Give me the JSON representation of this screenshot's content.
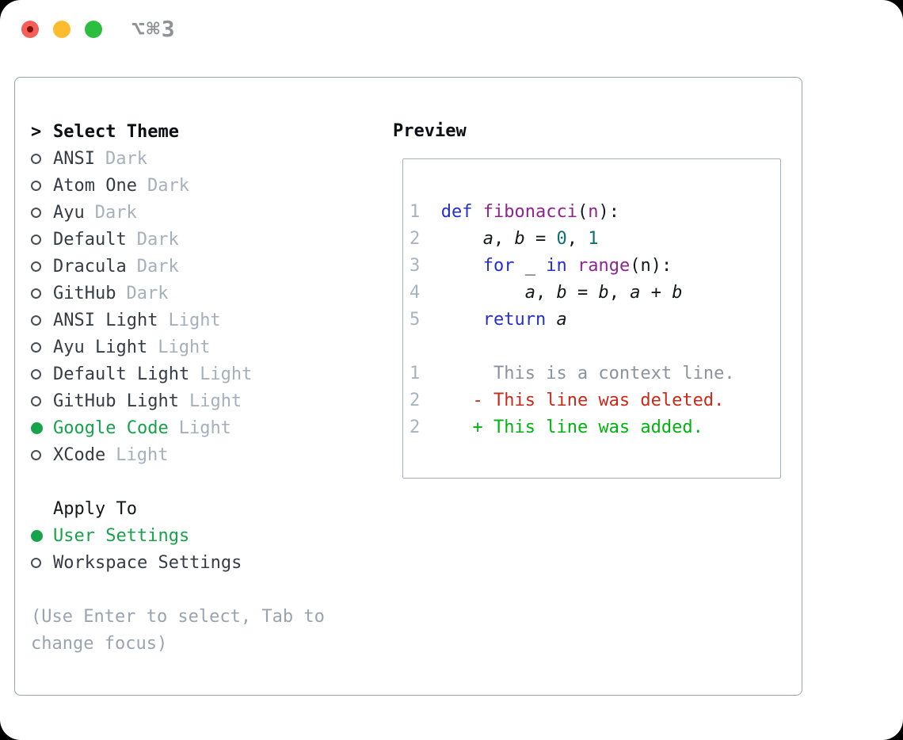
{
  "window": {
    "title": "⌥⌘3",
    "traffic_lights": [
      "close",
      "minimize",
      "zoom"
    ]
  },
  "theme_panel": {
    "header": {
      "prompt": ">",
      "label": "Select Theme"
    },
    "themes": [
      {
        "slug": "ansi-dark",
        "name": "ANSI",
        "variant": "Dark",
        "selected": false
      },
      {
        "slug": "atom-one-dark",
        "name": "Atom One",
        "variant": "Dark",
        "selected": false
      },
      {
        "slug": "ayu-dark",
        "name": "Ayu",
        "variant": "Dark",
        "selected": false
      },
      {
        "slug": "default-dark",
        "name": "Default",
        "variant": "Dark",
        "selected": false
      },
      {
        "slug": "dracula-dark",
        "name": "Dracula",
        "variant": "Dark",
        "selected": false
      },
      {
        "slug": "github-dark",
        "name": "GitHub",
        "variant": "Dark",
        "selected": false
      },
      {
        "slug": "ansi-light",
        "name": "ANSI Light",
        "variant": "Light",
        "selected": false
      },
      {
        "slug": "ayu-light",
        "name": "Ayu Light",
        "variant": "Light",
        "selected": false
      },
      {
        "slug": "default-light",
        "name": "Default Light",
        "variant": "Light",
        "selected": false
      },
      {
        "slug": "github-light",
        "name": "GitHub Light",
        "variant": "Light",
        "selected": false
      },
      {
        "slug": "google-code",
        "name": "Google Code",
        "variant": "Light",
        "selected": true
      },
      {
        "slug": "xcode",
        "name": "XCode",
        "variant": "Light",
        "selected": false
      }
    ],
    "apply_to": {
      "label": "Apply To",
      "options": [
        {
          "slug": "user-settings",
          "label": "User Settings",
          "selected": true
        },
        {
          "slug": "workspace-settings",
          "label": "Workspace Settings",
          "selected": false
        }
      ]
    },
    "hint_lines": [
      "(Use Enter to select, Tab to",
      "change focus)"
    ]
  },
  "preview": {
    "label": "Preview",
    "lines": [
      {
        "kind": "code",
        "segs": [
          [
            "ln",
            "1  "
          ],
          [
            "kw",
            "def"
          ],
          [
            "pl",
            " "
          ],
          [
            "fn",
            "fibonacci"
          ],
          [
            "pl",
            "("
          ],
          [
            "fn",
            "n"
          ],
          [
            "pl",
            "):"
          ]
        ]
      },
      {
        "kind": "code",
        "segs": [
          [
            "ln",
            "2  "
          ],
          [
            "pl",
            "    "
          ],
          [
            "var",
            "a"
          ],
          [
            "pl",
            ", "
          ],
          [
            "var",
            "b"
          ],
          [
            "pl",
            " = "
          ],
          [
            "num",
            "0"
          ],
          [
            "pl",
            ", "
          ],
          [
            "num",
            "1"
          ]
        ]
      },
      {
        "kind": "code",
        "segs": [
          [
            "ln",
            "3  "
          ],
          [
            "pl",
            "    "
          ],
          [
            "kw",
            "for"
          ],
          [
            "pl",
            " _ "
          ],
          [
            "kw",
            "in"
          ],
          [
            "pl",
            " "
          ],
          [
            "fn",
            "range"
          ],
          [
            "pl",
            "(n):"
          ]
        ]
      },
      {
        "kind": "code",
        "segs": [
          [
            "ln",
            "4  "
          ],
          [
            "pl",
            "        "
          ],
          [
            "var",
            "a"
          ],
          [
            "pl",
            ", "
          ],
          [
            "var",
            "b"
          ],
          [
            "pl",
            " = "
          ],
          [
            "var",
            "b"
          ],
          [
            "pl",
            ", "
          ],
          [
            "var",
            "a"
          ],
          [
            "pl",
            " + "
          ],
          [
            "var",
            "b"
          ]
        ]
      },
      {
        "kind": "code",
        "segs": [
          [
            "ln",
            "5  "
          ],
          [
            "pl",
            "    "
          ],
          [
            "kw",
            "return"
          ],
          [
            "pl",
            " "
          ],
          [
            "var",
            "a"
          ]
        ]
      },
      {
        "kind": "blank",
        "segs": []
      },
      {
        "kind": "diff-context",
        "segs": [
          [
            "ln",
            "1  "
          ],
          [
            "ctx",
            "     This is a context line."
          ]
        ]
      },
      {
        "kind": "diff-deleted",
        "segs": [
          [
            "ln",
            "2  "
          ],
          [
            "pl",
            "   "
          ],
          [
            "del",
            "- This line was deleted."
          ]
        ]
      },
      {
        "kind": "diff-added",
        "segs": [
          [
            "ln",
            "2  "
          ],
          [
            "pl",
            "   "
          ],
          [
            "add",
            "+ This line was added."
          ]
        ]
      }
    ]
  },
  "colors": {
    "accent_green": "#16a34a",
    "diff_added_green": "#00b30e",
    "diff_deleted_red": "#c9291b",
    "keyword_blue": "#2430c8",
    "function_purple": "#8e2490",
    "number_teal": "#0f6f74",
    "muted_gray": "#a6b0bd",
    "line_number_gray": "#a9b3c0",
    "panel_border": "#99a1ac",
    "traffic_red": "#f65f57",
    "traffic_yellow": "#fcbc2e",
    "traffic_green": "#2dbe3f"
  }
}
